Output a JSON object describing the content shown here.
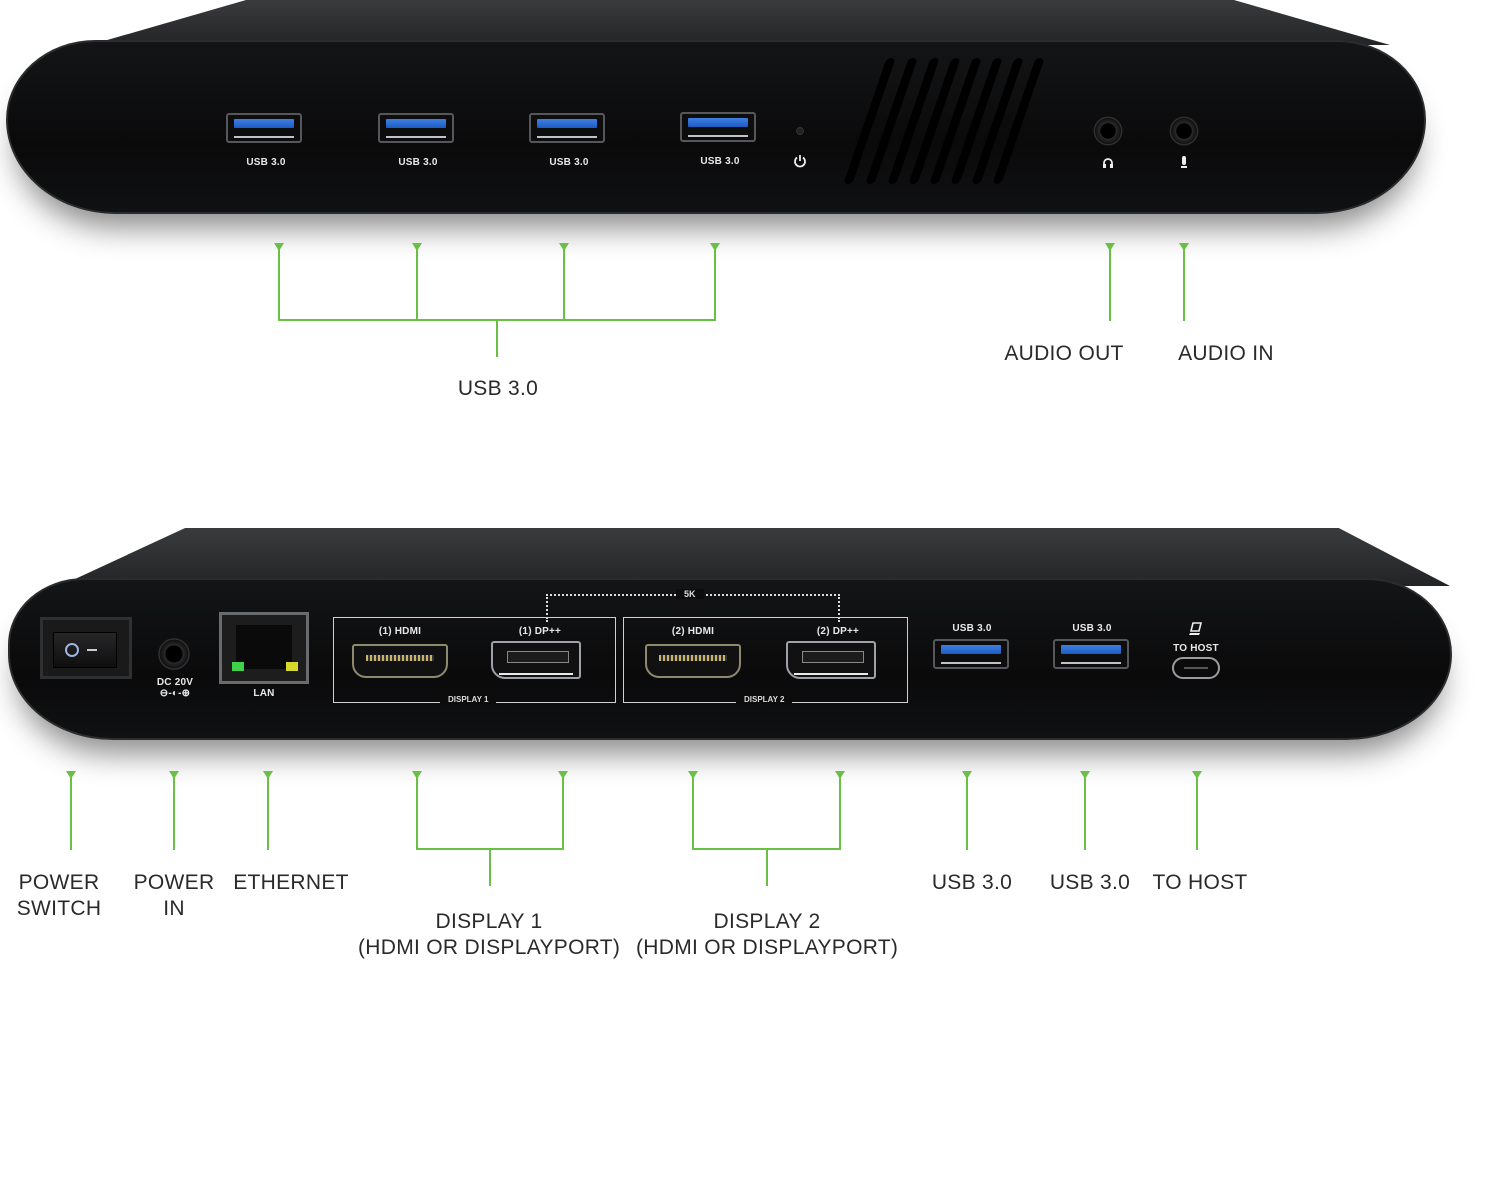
{
  "colors": {
    "callout_green": "#6abf45",
    "device_body": "#0d0d0e",
    "usb_blue": "#2f6fd8",
    "label_text": "#2a2a2a"
  },
  "front_panel": {
    "ports": [
      {
        "type": "usb-a",
        "silkscreen": "USB 3.0"
      },
      {
        "type": "usb-a",
        "silkscreen": "USB 3.0"
      },
      {
        "type": "usb-a",
        "silkscreen": "USB 3.0"
      },
      {
        "type": "usb-a",
        "silkscreen": "USB 3.0"
      },
      {
        "type": "power-led",
        "icon": "power-icon"
      },
      {
        "type": "audio-jack",
        "icon": "headphones-icon"
      },
      {
        "type": "audio-jack",
        "icon": "microphone-icon"
      }
    ],
    "vent_slots": 8,
    "callouts": {
      "usb": "USB 3.0",
      "audio_out": "AUDIO OUT",
      "audio_in": "AUDIO IN"
    }
  },
  "rear_panel": {
    "silkscreen": {
      "dc": "DC 20V",
      "lan": "LAN",
      "hdmi1": "(1) HDMI",
      "dp1": "(1) DP++",
      "display1": "DISPLAY 1",
      "hdmi2": "(2) HDMI",
      "dp2": "(2) DP++",
      "display2": "DISPLAY 2",
      "fivek": "5K",
      "usb_a": "USB 3.0",
      "usb_b": "USB 3.0",
      "to_host": "TO HOST"
    },
    "callouts": {
      "power_switch_1": "POWER",
      "power_switch_2": "SWITCH",
      "power_in_1": "POWER",
      "power_in_2": "IN",
      "ethernet": "ETHERNET",
      "display1_1": "DISPLAY 1",
      "display1_2": "(HDMI OR DISPLAYPORT)",
      "display2_1": "DISPLAY 2",
      "display2_2": "(HDMI OR DISPLAYPORT)",
      "usb_a": "USB 3.0",
      "usb_b": "USB 3.0",
      "to_host": "TO HOST"
    }
  }
}
